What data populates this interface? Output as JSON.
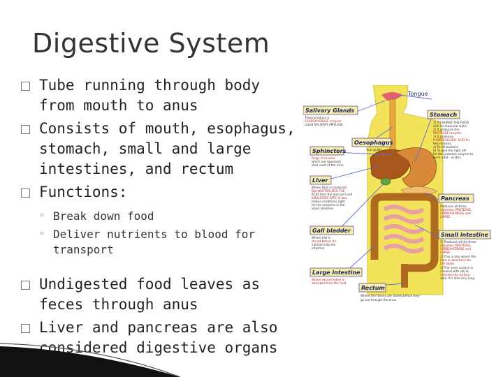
{
  "slide": {
    "title": "Digestive System",
    "bullets": [
      {
        "lines": [
          "Tube running through body",
          "from mouth to anus"
        ]
      },
      {
        "lines": [
          "Consists of mouth, esophagus,",
          "stomach, small and large",
          "intestines, and rectum"
        ]
      },
      {
        "lines": [
          "Functions:"
        ]
      },
      {
        "sub": true,
        "lines": [
          "Break down food"
        ]
      },
      {
        "sub": true,
        "lines": [
          "Deliver nutrients to blood for",
          "transport"
        ]
      },
      {
        "lines": [
          "Undigested food leaves as",
          "feces through anus"
        ]
      },
      {
        "lines": [
          "Liver and pancreas are also",
          "considered digestive organs"
        ]
      }
    ]
  },
  "diagram": {
    "labels": {
      "tongue": "Tongue",
      "salivary": "Salivary Glands",
      "stomach": "Stomach",
      "esophagus": "Oesophagus",
      "sphincters": "Sphincters",
      "liver": "Liver",
      "pancreas": "Pancreas",
      "gall": "Gall bladder",
      "small": "Small intestine",
      "large": "Large intestine",
      "rectum": "Rectum"
    },
    "notes": {
      "salivary": [
        "These produce a",
        "CARBOHYDRASE enzyme",
        "called SALIVARY AMYLASE."
      ],
      "stomach": [
        "1) It CHURNS THE FOOD",
        "with its muscular walls.",
        "2) It produces the",
        "PROTEASE enzyme.",
        "3) It produces",
        "HYDROCHLORIC ACID for",
        "two reasons:",
        "a) To kill bacteria",
        "b) To give the right pH",
        "for the protease enzyme to",
        "work (pH2 - acidic)."
      ],
      "esophagus": [
        "Your gullet."
      ],
      "sphincters": [
        "Rings of muscle",
        "which are squeezed",
        "shut most of the time."
      ],
      "liver": [
        "Where BILE is produced.",
        "Bile NEUTRALISES THE",
        "ACID from the stomach and",
        "EMULSIFIES FATS. It also",
        "makes conditions right",
        "for the enzymes in the",
        "small intestine."
      ],
      "pancreas": [
        "Produces all three",
        "enzymes: PROTEASE,",
        "CARBOHYDRASE and",
        "LIPASE."
      ],
      "gall": [
        "Where bile is",
        "stored before it's",
        "injected into the",
        "intestine."
      ],
      "small": [
        "1) Produces all the three",
        "enzymes: PROTEASE,",
        "CARBOHYDRASE and",
        "LIPASE.",
        "2) This is also where the",
        "food is absorbed into",
        "the blood.",
        "3) The inner surface is",
        "covered with villi to",
        "increase the surface",
        "area. It's also very long."
      ],
      "large": [
        "Where excess water is",
        "absorbed from the food."
      ],
      "rectum": [
        "Where the faeces are stored before they",
        "go out through the anus."
      ]
    }
  },
  "colors": {
    "title": "#333333",
    "text": "#222222",
    "label_bg": "#f3efa6",
    "label_border": "#6a4aa0",
    "label_text": "#1d1d6b",
    "pointer": "#5b6fd6",
    "body_yellow": "#f3e35a",
    "organ_brown": "#c98a28",
    "organ_orange": "#e7a73d",
    "intestine_pink": "#e8a0a0"
  },
  "icons": {
    "bullet_level1": "hollow-square-icon",
    "bullet_level2": "hollow-circle-icon"
  }
}
